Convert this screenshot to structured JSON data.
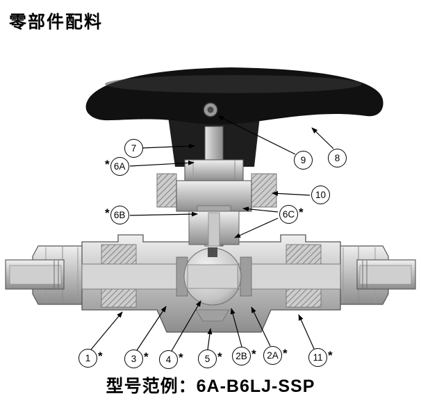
{
  "page": {
    "title": "零部件配料",
    "model_label": "型号范例：",
    "model_value": "6A-B6LJ-SSP"
  },
  "colors": {
    "handle": "#111111",
    "metal_light": "#ececec",
    "metal_dark": "#8f8f8f",
    "outline": "#555555",
    "callout_line": "#000000"
  },
  "callouts": [
    {
      "prefix": "",
      "label": "7",
      "suffix": ""
    },
    {
      "prefix": "*",
      "label": "6A",
      "suffix": ""
    },
    {
      "prefix": "*",
      "label": "6B",
      "suffix": ""
    },
    {
      "prefix": "",
      "label": "9",
      "suffix": ""
    },
    {
      "prefix": "",
      "label": "8",
      "suffix": ""
    },
    {
      "prefix": "",
      "label": "10",
      "suffix": ""
    },
    {
      "prefix": "",
      "label": "6C",
      "suffix": "*"
    },
    {
      "prefix": "",
      "label": "1",
      "suffix": "*"
    },
    {
      "prefix": "",
      "label": "3",
      "suffix": "*"
    },
    {
      "prefix": "",
      "label": "4",
      "suffix": "*"
    },
    {
      "prefix": "",
      "label": "5",
      "suffix": "*"
    },
    {
      "prefix": "",
      "label": "2B",
      "suffix": "*"
    },
    {
      "prefix": "",
      "label": "2A",
      "suffix": "*"
    },
    {
      "prefix": "",
      "label": "11",
      "suffix": "*"
    }
  ]
}
